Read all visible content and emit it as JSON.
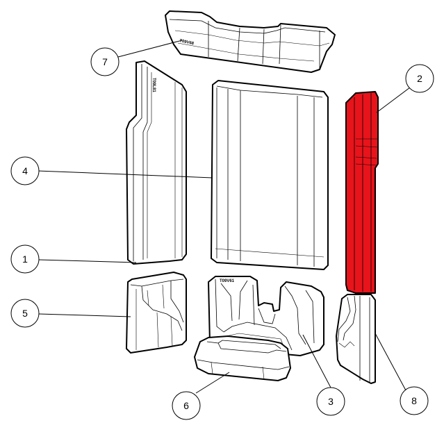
{
  "diagram": {
    "callouts": [
      {
        "id": "c1",
        "label": "1"
      },
      {
        "id": "c2",
        "label": "2"
      },
      {
        "id": "c3",
        "label": "3"
      },
      {
        "id": "c4",
        "label": "4"
      },
      {
        "id": "c5",
        "label": "5"
      },
      {
        "id": "c6",
        "label": "6"
      },
      {
        "id": "c7",
        "label": "7"
      },
      {
        "id": "c8",
        "label": "8"
      }
    ],
    "highlight_color": "#e8141b",
    "stamps": {
      "part7": "T09V68",
      "part1": "T09L81",
      "part3": "T09V61"
    }
  }
}
